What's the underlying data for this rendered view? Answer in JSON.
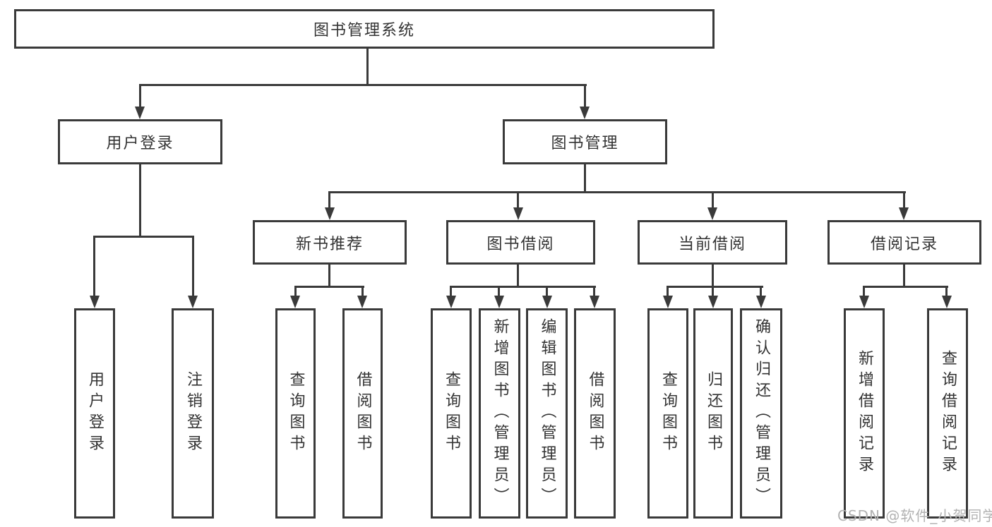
{
  "diagram_type": "hierarchy-tree",
  "tree": {
    "root": "图书管理系统",
    "level2": [
      "用户登录",
      "图书管理"
    ],
    "level3": [
      "新书推荐",
      "图书借阅",
      "当前借阅",
      "借阅记录"
    ],
    "leaves": {
      "user_login": [
        "用户登录",
        "注销登录"
      ],
      "new_books": [
        "查询图书",
        "借阅图书"
      ],
      "book_borrow": [
        "查询图书",
        "新增图书（管理员）",
        "编辑图书（管理员）",
        "借阅图书"
      ],
      "current_borrow": [
        "查询图书",
        "归还图书",
        "确认归还（管理员）"
      ],
      "borrow_records": [
        "新增借阅记录",
        "查询借阅记录"
      ]
    }
  },
  "watermark": "CSDN @软件_小贺同学",
  "colors": {
    "line": "#3a3a3a",
    "box_border": "#3a3a3a",
    "box_fill": "#ffffff",
    "text": "#333333",
    "watermark": "#b2b2b2",
    "background": "#ffffff"
  }
}
